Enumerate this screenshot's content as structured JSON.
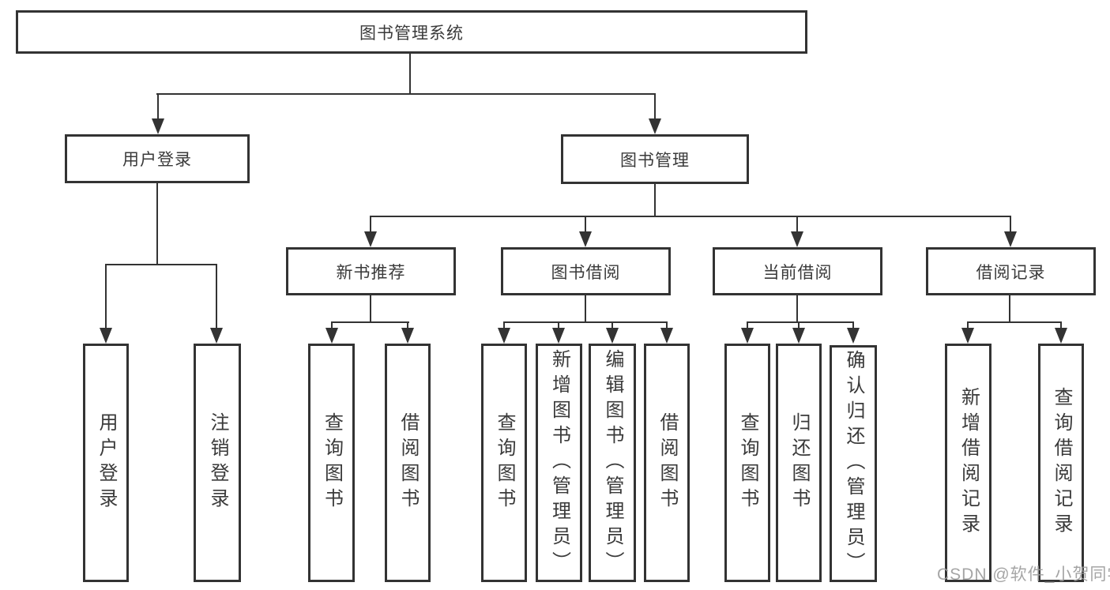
{
  "tree": {
    "label": "图书管理系统",
    "children": [
      {
        "label": "用户登录",
        "children": [
          {
            "label": "用户登录"
          },
          {
            "label": "注销登录"
          }
        ]
      },
      {
        "label": "图书管理",
        "children": [
          {
            "label": "新书推荐",
            "children": [
              {
                "label": "查询图书"
              },
              {
                "label": "借阅图书"
              }
            ]
          },
          {
            "label": "图书借阅",
            "children": [
              {
                "label": "查询图书"
              },
              {
                "label": "新增图书（管理员）"
              },
              {
                "label": "编辑图书（管理员）"
              },
              {
                "label": "借阅图书"
              }
            ]
          },
          {
            "label": "当前借阅",
            "children": [
              {
                "label": "查询图书"
              },
              {
                "label": "归还图书"
              },
              {
                "label": "确认归还（管理员）"
              }
            ]
          },
          {
            "label": "借阅记录",
            "children": [
              {
                "label": "新增借阅记录"
              },
              {
                "label": "查询借阅记录"
              }
            ]
          }
        ]
      }
    ]
  },
  "watermark": {
    "text": "CSDN @软件_小贺同学"
  },
  "colors": {
    "line": "#333333",
    "box_border": "#333333",
    "background": "#ffffff",
    "text": "#3a3a3a",
    "watermark": "#9b9b9b"
  }
}
